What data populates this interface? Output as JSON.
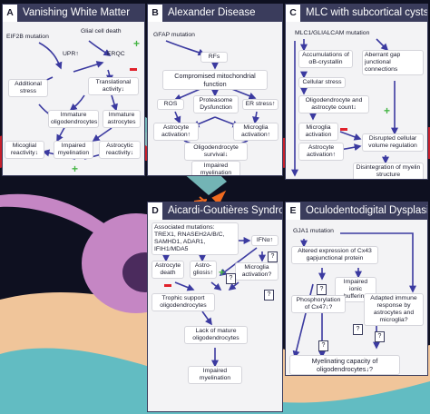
{
  "panelA": {
    "label": "A",
    "title": "Vanishing White Matter",
    "glial_cell_death": "Glial cell death",
    "eif2b": "EIF2B mutation",
    "upr": "UPR↑",
    "erqc": "ERQC",
    "additional_stress": "Additional stress",
    "translational": "Translational activity↓",
    "immature_oligo": "Immature oligodendrocytes",
    "immature_astro": "Immature astrocytes",
    "microglial": "Micoglial reactivity↓",
    "impaired_myelination": "Impaired myelination",
    "astrocytic": "Astrocytic reactivity↓"
  },
  "panelB": {
    "label": "B",
    "title": "Alexander Disease",
    "gfap": "GFAP mutation",
    "rfs": "RFs",
    "mito": "Compromised mitochondrial function",
    "ros": "ROS",
    "proteasome": "Proteasome Dysfunction",
    "er_stress": "ER stress↑",
    "astro_act": "Astrocyte activation↑",
    "micro_act": "Microglia activation↑",
    "oligo_survival": "Oligodendrocyte survival↓",
    "impaired_myelination": "Impaired myelination"
  },
  "panelC": {
    "label": "C",
    "title": "MLC with subcortical cysts",
    "mlc1": "MLC1/GLIALCAM mutation",
    "accum": "Accumulations of αB-crystallin",
    "aberrant": "Aberrant gap junctional connections",
    "cell_stress": "Cellular stress",
    "oligo_count": "Oligodendrocyte and astrocyte count↓",
    "micro_act": "Microglia activation",
    "astro_act": "Astrocyte activation↑",
    "disrupted": "Disrupted cellular volume regulation",
    "disintegration": "Disintegration of myelin structure"
  },
  "panelD": {
    "label": "D",
    "title": "Aicardi-Goutières Syndrome",
    "assoc": "Associated mutations:",
    "genes1": "TREX1, RNASEH2A/B/C,",
    "genes2": "SAMHD1, ADAR1, IFIH1/MDA5",
    "ifna": "IFNα↑",
    "astro_death": "Astrocyte death",
    "astrogliosis": "Astro- gliosis↑",
    "micro_act": "Microglia activation?",
    "trophic": "Trophic support oligodendrocytes",
    "lack_mature": "Lack of mature oligodendrocytes",
    "impaired_myelination": "Impaired myelination"
  },
  "panelE": {
    "label": "E",
    "title": "Oculodentodigital Dysplasia",
    "gja1": "GJA1 mutation",
    "altered": "Altered expression of Cx43 gapjunctional protein",
    "ionic": "Impaired ionic buffering",
    "phospho": "Phosphorylation of Cx47↓?",
    "adapted": "Adapted immune response by astrocytes and microglia?",
    "myelinating": "Myelinating capacity of oligodendrocytes↓?"
  },
  "symbols": {
    "question": "?",
    "plus": "+"
  },
  "colors": {
    "panel_title_bg": "#3a3c5c",
    "panel_bg": "#f3f3f5",
    "arrow": "#3b3aa0",
    "plus": "#45b545",
    "minus": "#e0212b",
    "background": "#0e1020",
    "neuron": "#c586c4"
  }
}
